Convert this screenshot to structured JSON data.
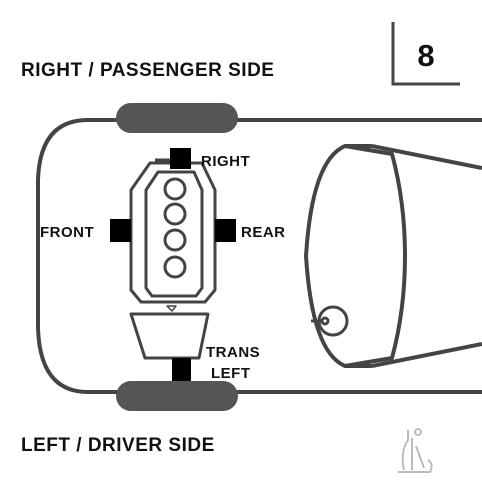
{
  "labels": {
    "right_side": "RIGHT / PASSENGER SIDE",
    "left_side": "LEFT / DRIVER SIDE",
    "mount_right": "RIGHT",
    "mount_front": "FRONT",
    "mount_rear": "REAR",
    "mount_trans_line1": "TRANS",
    "mount_trans_line2": "LEFT",
    "diagram_number": "8"
  },
  "icons": {
    "logo": "anchor-logo-icon"
  },
  "colors": {
    "stroke": "#444444",
    "tire": "#555555",
    "mount": "#000000",
    "text": "#111111"
  }
}
